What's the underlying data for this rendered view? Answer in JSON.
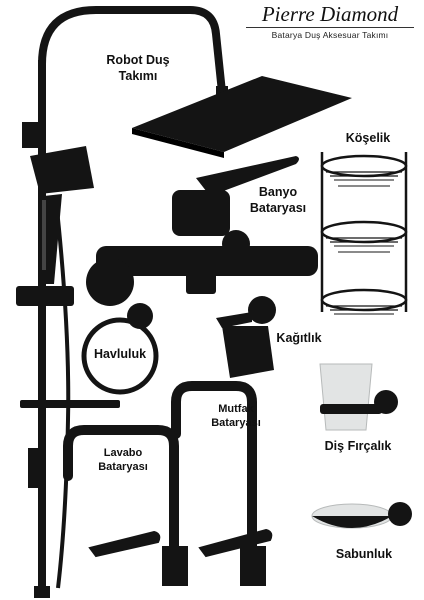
{
  "brand": {
    "name": "Pierre Diamond",
    "tagline": "Batarya Duş Aksesuar Takımı"
  },
  "labels": {
    "shower_set_line1": "Robot Duş",
    "shower_set_line2": "Takımı",
    "corner_shelf": "Köşelik",
    "bath_faucet_line1": "Banyo",
    "bath_faucet_line2": "Bataryası",
    "paper_holder": "Kağıtlık",
    "towel_ring": "Havluluk",
    "kitchen_faucet_line1": "Mutfak",
    "kitchen_faucet_line2": "Bataryası",
    "basin_faucet_line1": "Lavabo",
    "basin_faucet_line2": "Bataryası",
    "toothbrush_holder": "Diş Fırçalık",
    "soap_dish": "Sabunluk"
  },
  "colors": {
    "fixture": "#141414",
    "glass": "#e2e4e4",
    "background": "#ffffff"
  }
}
